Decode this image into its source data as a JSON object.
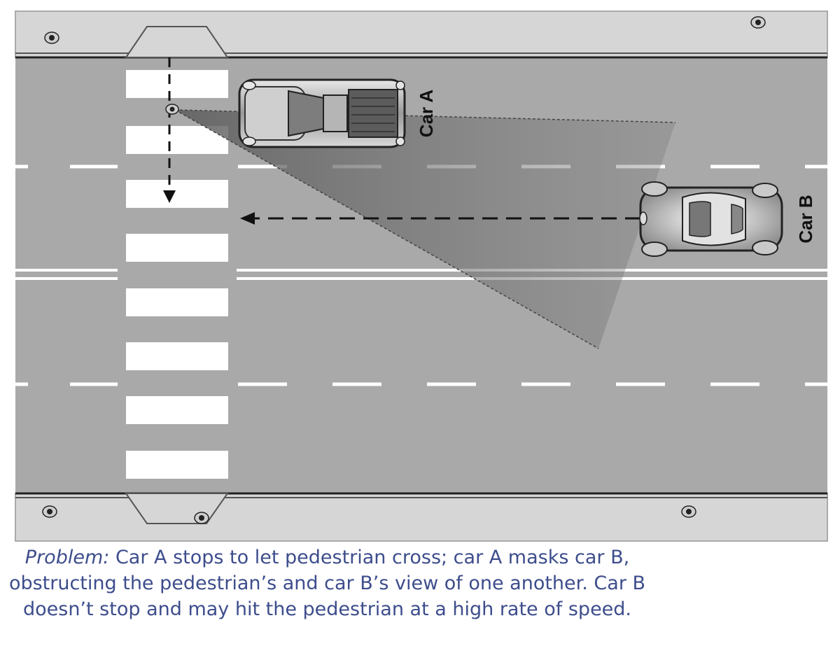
{
  "labels": {
    "car_a": "Car A",
    "car_b": "Car B"
  },
  "caption": {
    "lead": "Problem:",
    "text": " Car A stops to let pedestrian cross; car A masks car B, obstructing the pedestrian’s and car B’s view of one another.  Car B doesn’t stop and may hit the pedestrian at a high rate of speed."
  },
  "colors": {
    "road": "#a9a9a9",
    "sidewalk": "#d6d6d6",
    "crosswalk": "#ffffff",
    "blind_zone": "#6f6f6f",
    "caption_text": "#3d4d8c"
  }
}
